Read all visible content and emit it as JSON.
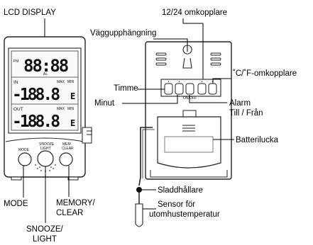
{
  "front_labels": {
    "lcd_display": "LCD DISPLAY",
    "mode": "MODE",
    "memory_clear_line1": "MEMORY/",
    "memory_clear_line2": "CLEAR",
    "snooze_light_line1": "SNOOZE/",
    "snooze_light_line2": "LIGHT"
  },
  "lcd": {
    "pm": "PM",
    "al": "AL",
    "time": "88:88",
    "in": "IN",
    "out": "OUT",
    "max": "MAX",
    "min": "MIN",
    "indoor_temp": "-188.8",
    "outdoor_temp": "-188.8",
    "unit": "E"
  },
  "front_buttons": {
    "mode": "MODE",
    "snooze_light_line1": "SNOOZE",
    "snooze_light_line2": "LIGHT",
    "mem_line1": "MEM",
    "mem_line2": "CLEAR"
  },
  "back_labels": {
    "switch_12_24": "12/24 omkopplare",
    "wall_mount": "Väggupphängning",
    "c_f_switch": "˚C/˚F-omkopplare",
    "hour": "Timme",
    "minute": "Minut",
    "alarm_line1": "Alarm",
    "alarm_line2": "Till / Från",
    "battery_cover": "Batterilucka",
    "cable_holder": "Sladdhållare",
    "sensor_line1": "Sensor för",
    "sensor_line2": "utomhustemperatur"
  },
  "back_switches": {
    "on_off": "ON/OFF"
  }
}
